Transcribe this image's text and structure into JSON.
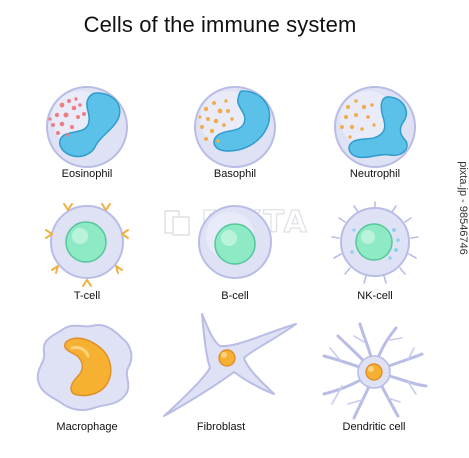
{
  "title": "Cells of the immune system",
  "side_credit": "pixta.jp - 98546746",
  "watermark": "PIXTA",
  "cells": [
    {
      "label": "Eosinophil",
      "icon": "eosinophil-icon"
    },
    {
      "label": "Basophil",
      "icon": "basophil-icon"
    },
    {
      "label": "Neutrophil",
      "icon": "neutrophil-icon"
    },
    {
      "label": "T-cell",
      "icon": "t-cell-icon"
    },
    {
      "label": "B-cell",
      "icon": "b-cell-icon"
    },
    {
      "label": "NK-cell",
      "icon": "nk-cell-icon"
    },
    {
      "label": "Macrophage",
      "icon": "macrophage-icon"
    },
    {
      "label": "Fibroblast",
      "icon": "fibroblast-icon"
    },
    {
      "label": "Dendritic cell",
      "icon": "dendritic-cell-icon"
    }
  ],
  "colors": {
    "membrane": "#dfe2f5",
    "membrane_edge": "#b9bde6",
    "nucleus_blue": "#5cc1e8",
    "nucleus_green": "#8eeac4",
    "nucleus_orange": "#f6b132",
    "granule_red": "#ec7f86",
    "granule_orange": "#efae4e",
    "receptor": "#f0b040",
    "title_text": "#111111"
  }
}
